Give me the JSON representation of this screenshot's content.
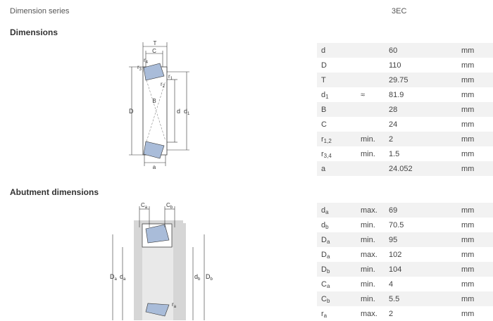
{
  "header": {
    "series_label": "Dimension series",
    "series_value": "3EC"
  },
  "dimensions": {
    "title": "Dimensions",
    "rows": [
      {
        "sym": "d",
        "sub": "",
        "qual": "",
        "val": "60",
        "unit": "mm"
      },
      {
        "sym": "D",
        "sub": "",
        "qual": "",
        "val": "110",
        "unit": "mm"
      },
      {
        "sym": "T",
        "sub": "",
        "qual": "",
        "val": "29.75",
        "unit": "mm"
      },
      {
        "sym": "d",
        "sub": "1",
        "qual": "≈",
        "val": "81.9",
        "unit": "mm"
      },
      {
        "sym": "B",
        "sub": "",
        "qual": "",
        "val": "28",
        "unit": "mm"
      },
      {
        "sym": "C",
        "sub": "",
        "qual": "",
        "val": "24",
        "unit": "mm"
      },
      {
        "sym": "r",
        "sub": "1,2",
        "qual": "min.",
        "val": "2",
        "unit": "mm"
      },
      {
        "sym": "r",
        "sub": "3,4",
        "qual": "min.",
        "val": "1.5",
        "unit": "mm"
      },
      {
        "sym": "a",
        "sub": "",
        "qual": "",
        "val": "24.052",
        "unit": "mm"
      }
    ],
    "diagram_labels": {
      "T": "T",
      "C": "C",
      "r4": "r",
      "r4_sub": "4",
      "r3": "r",
      "r3_sub": "3",
      "r1": "r",
      "r1_sub": "1",
      "r2": "r",
      "r2_sub": "2",
      "B": "B",
      "D": "D",
      "d": "d",
      "d1": "d",
      "d1_sub": "1",
      "a": "a"
    }
  },
  "abutment": {
    "title": "Abutment dimensions",
    "rows": [
      {
        "sym": "d",
        "sub": "a",
        "qual": "max.",
        "val": "69",
        "unit": "mm"
      },
      {
        "sym": "d",
        "sub": "b",
        "qual": "min.",
        "val": "70.5",
        "unit": "mm"
      },
      {
        "sym": "D",
        "sub": "a",
        "qual": "min.",
        "val": "95",
        "unit": "mm"
      },
      {
        "sym": "D",
        "sub": "a",
        "qual": "max.",
        "val": "102",
        "unit": "mm"
      },
      {
        "sym": "D",
        "sub": "b",
        "qual": "min.",
        "val": "104",
        "unit": "mm"
      },
      {
        "sym": "C",
        "sub": "a",
        "qual": "min.",
        "val": "4",
        "unit": "mm"
      },
      {
        "sym": "C",
        "sub": "b",
        "qual": "min.",
        "val": "5.5",
        "unit": "mm"
      },
      {
        "sym": "r",
        "sub": "a",
        "qual": "max.",
        "val": "2",
        "unit": "mm"
      }
    ],
    "diagram_labels": {
      "Ca": "C",
      "Ca_sub": "a",
      "Cb": "C",
      "Cb_sub": "b",
      "Da": "D",
      "Da_sub": "a",
      "da": "d",
      "da_sub": "a",
      "db": "d",
      "db_sub": "b",
      "Db": "D",
      "Db_sub": "b",
      "ra": "r",
      "ra_sub": "a"
    }
  },
  "colors": {
    "roller": "#a9bcd9",
    "housing": "#d6d6d6",
    "row_stripe": "#f2f2f2"
  }
}
